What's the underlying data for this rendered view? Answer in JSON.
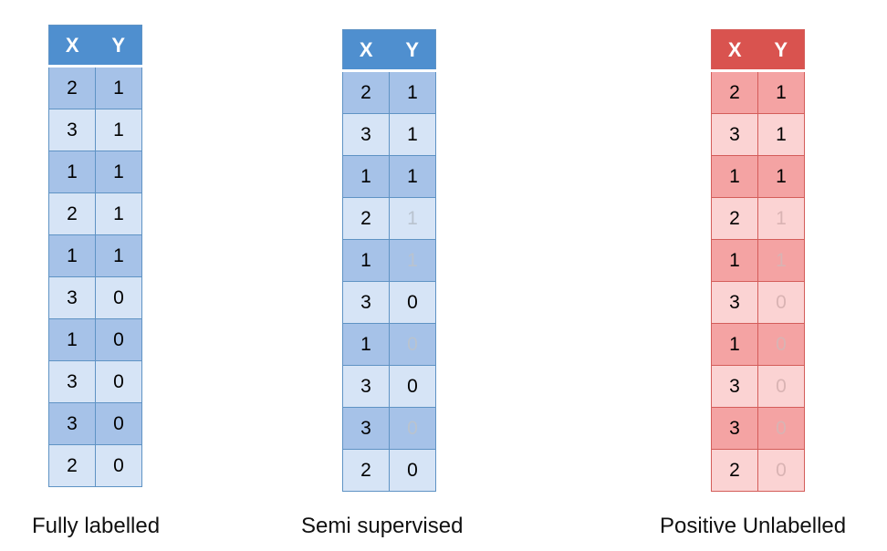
{
  "tables": [
    {
      "caption": "Fully labelled",
      "headers": [
        "X",
        "Y"
      ],
      "rows": [
        {
          "x": "2",
          "y": "1",
          "y_muted": false,
          "shade": "dark"
        },
        {
          "x": "3",
          "y": "1",
          "y_muted": false,
          "shade": "light"
        },
        {
          "x": "1",
          "y": "1",
          "y_muted": false,
          "shade": "dark"
        },
        {
          "x": "2",
          "y": "1",
          "y_muted": false,
          "shade": "light"
        },
        {
          "x": "1",
          "y": "1",
          "y_muted": false,
          "shade": "dark"
        },
        {
          "x": "3",
          "y": "0",
          "y_muted": false,
          "shade": "light"
        },
        {
          "x": "1",
          "y": "0",
          "y_muted": false,
          "shade": "dark"
        },
        {
          "x": "3",
          "y": "0",
          "y_muted": false,
          "shade": "light"
        },
        {
          "x": "3",
          "y": "0",
          "y_muted": false,
          "shade": "dark"
        },
        {
          "x": "2",
          "y": "0",
          "y_muted": false,
          "shade": "light"
        }
      ]
    },
    {
      "caption": "Semi supervised",
      "headers": [
        "X",
        "Y"
      ],
      "rows": [
        {
          "x": "2",
          "y": "1",
          "y_muted": false,
          "shade": "dark"
        },
        {
          "x": "3",
          "y": "1",
          "y_muted": false,
          "shade": "light"
        },
        {
          "x": "1",
          "y": "1",
          "y_muted": false,
          "shade": "dark"
        },
        {
          "x": "2",
          "y": "1",
          "y_muted": true,
          "shade": "light"
        },
        {
          "x": "1",
          "y": "1",
          "y_muted": true,
          "shade": "dark"
        },
        {
          "x": "3",
          "y": "0",
          "y_muted": false,
          "shade": "light"
        },
        {
          "x": "1",
          "y": "0",
          "y_muted": true,
          "shade": "dark"
        },
        {
          "x": "3",
          "y": "0",
          "y_muted": false,
          "shade": "light"
        },
        {
          "x": "3",
          "y": "0",
          "y_muted": true,
          "shade": "dark"
        },
        {
          "x": "2",
          "y": "0",
          "y_muted": false,
          "shade": "light"
        }
      ]
    },
    {
      "caption": "Positive Unlabelled",
      "headers": [
        "X",
        "Y"
      ],
      "rows": [
        {
          "x": "2",
          "y": "1",
          "y_muted": false,
          "shade": "dark"
        },
        {
          "x": "3",
          "y": "1",
          "y_muted": false,
          "shade": "light"
        },
        {
          "x": "1",
          "y": "1",
          "y_muted": false,
          "shade": "dark"
        },
        {
          "x": "2",
          "y": "1",
          "y_muted": true,
          "shade": "light"
        },
        {
          "x": "1",
          "y": "1",
          "y_muted": true,
          "shade": "dark"
        },
        {
          "x": "3",
          "y": "0",
          "y_muted": true,
          "shade": "light"
        },
        {
          "x": "1",
          "y": "0",
          "y_muted": true,
          "shade": "dark"
        },
        {
          "x": "3",
          "y": "0",
          "y_muted": true,
          "shade": "light"
        },
        {
          "x": "3",
          "y": "0",
          "y_muted": true,
          "shade": "dark"
        },
        {
          "x": "2",
          "y": "0",
          "y_muted": true,
          "shade": "light"
        }
      ]
    }
  ],
  "colors": {
    "blue_header": "#4f8fcf",
    "blue_dark": "#a6c2e8",
    "blue_light": "#d6e4f6",
    "red_header": "#d9534f",
    "red_dark": "#f4a3a3",
    "red_light": "#fbd3d3",
    "muted_text": "#b9c3cf"
  }
}
